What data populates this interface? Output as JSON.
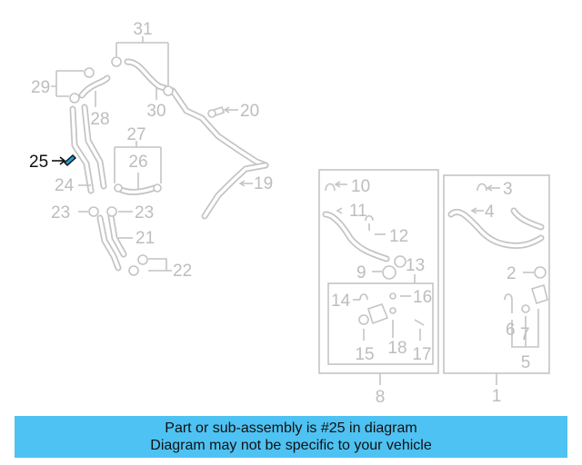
{
  "highlighted_part": "25",
  "callouts": [
    "1",
    "2",
    "3",
    "4",
    "5",
    "6",
    "7",
    "8",
    "9",
    "10",
    "11",
    "12",
    "13",
    "14",
    "15",
    "16",
    "17",
    "18",
    "19",
    "20",
    "21",
    "22",
    "23",
    "23",
    "24",
    "25",
    "26",
    "27",
    "28",
    "29",
    "30",
    "31"
  ],
  "banner": {
    "line1": "Part or sub-assembly is #25 in diagram",
    "line2": "Diagram may not be specific to your vehicle"
  },
  "colors": {
    "banner_bg": "#4ec2f2",
    "line_art": "#c4c4c4",
    "highlight": "#111111"
  }
}
